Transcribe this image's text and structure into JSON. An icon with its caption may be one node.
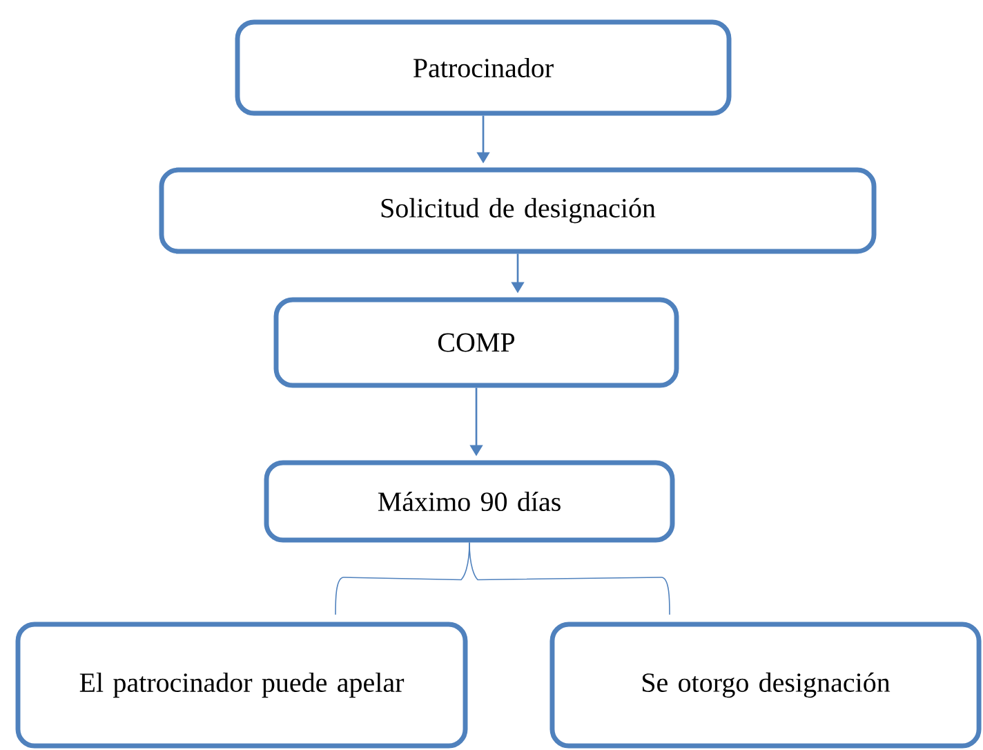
{
  "diagram": {
    "nodes": [
      {
        "text": [
          "Patrocinador"
        ]
      },
      {
        "text": [
          "Solicitud de designación"
        ]
      },
      {
        "text": [
          "COMP"
        ]
      },
      {
        "text": [
          "Máximo 90 días"
        ]
      },
      {
        "text": [
          "El patrocinador puede apelar"
        ]
      },
      {
        "text": [
          "Se otorgo designación"
        ]
      }
    ],
    "edges": [
      {
        "from": 0,
        "to": 1,
        "arrow": "to"
      },
      {
        "from": 1,
        "to": 2,
        "arrow": "to"
      },
      {
        "from": 2,
        "to": 3,
        "arrow": "to"
      },
      {
        "from": 3,
        "to": 4,
        "arrow": "none"
      },
      {
        "from": 3,
        "to": 5,
        "arrow": "none"
      }
    ]
  }
}
